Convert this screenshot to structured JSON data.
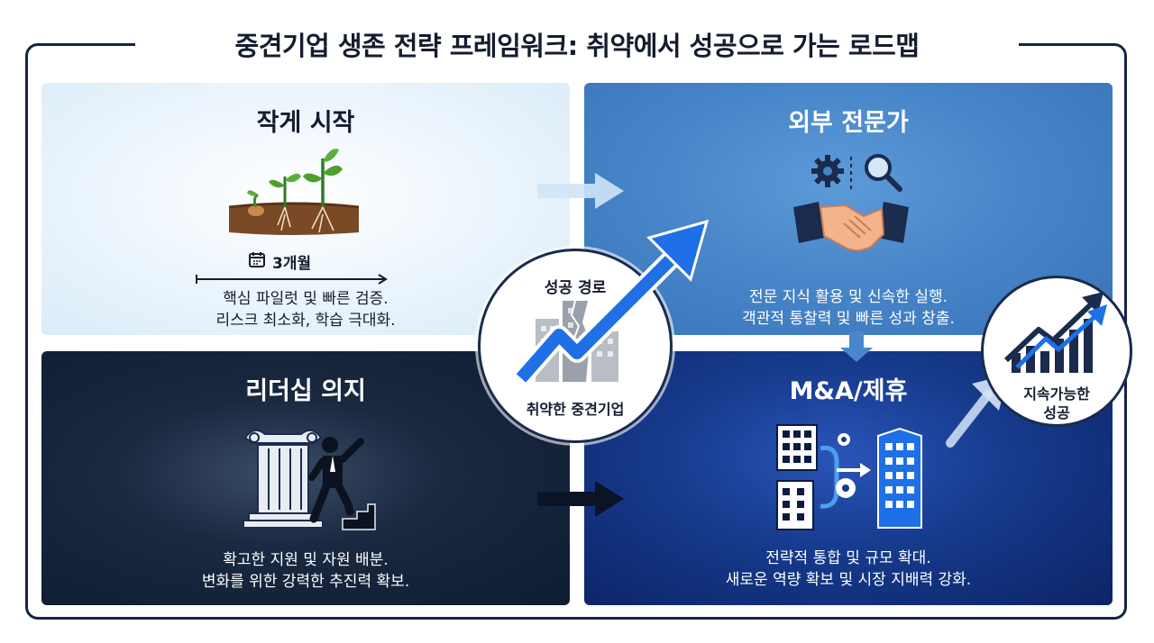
{
  "title": "중견기업 생존 전략 프레임워크: 취약에서 성공으로 가는 로드맵",
  "panels": {
    "start_small": {
      "title": "작게 시작",
      "duration": "3개월",
      "desc_line1": "핵심 파일럿 및 빠른 검증.",
      "desc_line2": "리스크 최소화, 학습 극대화."
    },
    "external_experts": {
      "title": "외부 전문가",
      "desc_line1": "전문 지식 활용 및 신속한 실행.",
      "desc_line2": "객관적 통찰력 및 빠른 성과 창출."
    },
    "leadership": {
      "title": "리더십 의지",
      "desc_line1": "확고한 지원 및 자원 배분.",
      "desc_line2": "변화를 위한 강력한 추진력 확보."
    },
    "ma_alliance": {
      "title": "M&A/제휴",
      "desc_line1": "전략적 통합 및 규모 확대.",
      "desc_line2": "새로운 역량 확보 및 시장 지배력 강화."
    }
  },
  "hub": {
    "path_label": "성공 경로",
    "origin_label": "취약한 중견기업"
  },
  "goal": {
    "line1": "지속가능한",
    "line2": "성공"
  },
  "colors": {
    "navy": "#142447",
    "accent_blue": "#1f6fe6",
    "panel_light": "#e3f0fb",
    "panel_mid": "#4684c8",
    "panel_dark": "#0f1d33",
    "panel_deep": "#163a8c"
  },
  "icons": [
    "calendar-icon",
    "seedling-icon",
    "gear-icon",
    "magnifier-icon",
    "handshake-icon",
    "pillar-icon",
    "climbing-person-icon",
    "building-icon",
    "growth-arrow-icon",
    "bar-chart-icon"
  ]
}
